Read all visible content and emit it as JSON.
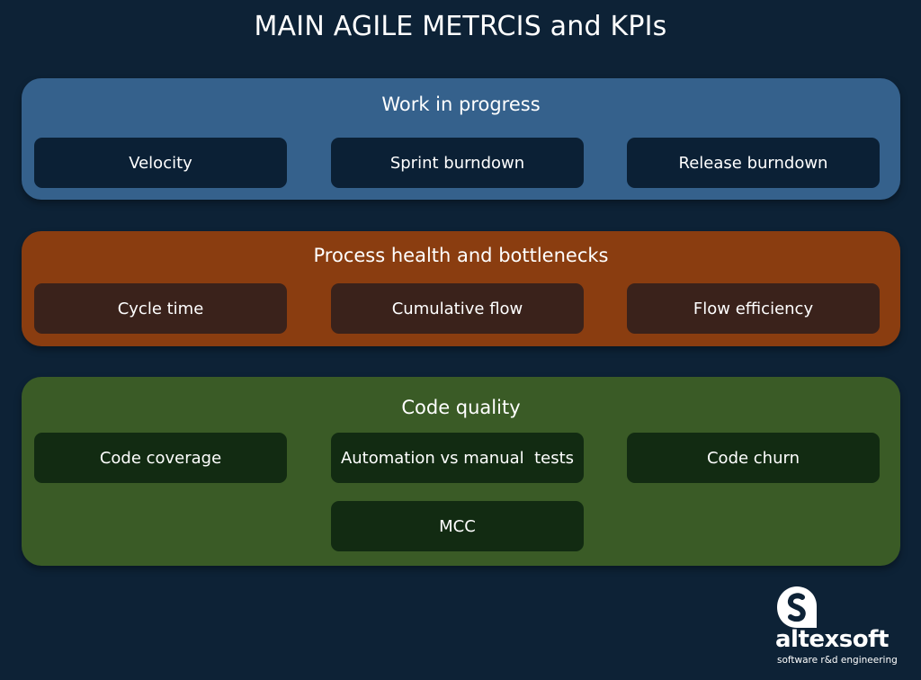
{
  "title": "MAIN AGILE METRCIS and KPIs",
  "groups": [
    {
      "title": "Work in progress",
      "color": "#35618c",
      "items": [
        "Velocity",
        "Sprint burndown",
        "Release burndown"
      ]
    },
    {
      "title": "Process health and bottlenecks",
      "color": "#8a3d10",
      "items": [
        "Cycle time",
        "Cumulative flow",
        "Flow efficiency"
      ]
    },
    {
      "title": "Code quality",
      "color": "#3a5b26",
      "items": [
        "Code coverage",
        "Automation vs manual  tests",
        "Code churn",
        "MCC"
      ]
    }
  ],
  "logo": {
    "name": "altexsoft",
    "tagline": "software r&d engineering",
    "icon": "altexsoft-logo-icon"
  },
  "colors": {
    "background": "#0d2236",
    "card_blue_group": "#0b2035",
    "card_orange_group": "#3a221b",
    "card_green_group": "#122b12",
    "text": "#ffffff"
  }
}
